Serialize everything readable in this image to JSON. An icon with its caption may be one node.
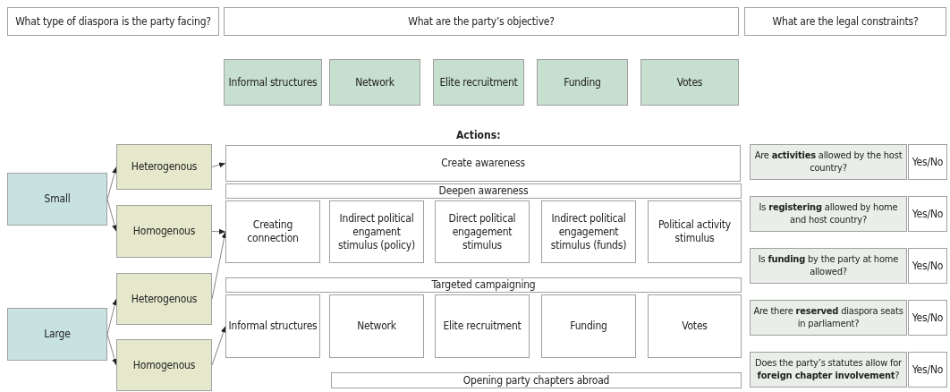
{
  "diagram": {
    "nodes": [
      {
        "text": [
          "What type of diaspora is the party facing?"
        ]
      },
      {
        "text": [
          "What are the party’s objective?"
        ]
      },
      {
        "text": [
          "What are the legal constraints?"
        ]
      },
      {
        "text": [
          "Informal structures"
        ]
      },
      {
        "text": [
          "Network"
        ]
      },
      {
        "text": [
          "Elite recruitment"
        ]
      },
      {
        "text": [
          "Funding"
        ]
      },
      {
        "text": [
          "Votes"
        ]
      },
      {
        "text": [
          "Small"
        ]
      },
      {
        "text": [
          "Large"
        ]
      },
      {
        "text": [
          "Heterogenous"
        ]
      },
      {
        "text": [
          "Homogenous"
        ]
      },
      {
        "text": [
          "Heterogenous"
        ]
      },
      {
        "text": [
          "Homogenous"
        ]
      },
      {
        "text": [
          "Create awareness"
        ]
      },
      {
        "text": [
          "Deepen awareness"
        ]
      },
      {
        "text": [
          "Creating connection"
        ]
      },
      {
        "text": [
          "Indirect political engament stimulus (policy)"
        ]
      },
      {
        "text": [
          "Direct political engagement stimulus"
        ]
      },
      {
        "text": [
          "Indirect political engagement stimulus (funds)"
        ]
      },
      {
        "text": [
          "Political activity stimulus"
        ]
      },
      {
        "text": [
          "Targeted campaigning"
        ]
      },
      {
        "text": [
          "Informal structures"
        ]
      },
      {
        "text": [
          "Network"
        ]
      },
      {
        "text": [
          "Elite recruitment"
        ]
      },
      {
        "text": [
          "Funding"
        ]
      },
      {
        "text": [
          "Votes"
        ]
      },
      {
        "text": [
          "Opening party chapters abroad"
        ]
      },
      {
        "text": [
          "Are **activities** allowed by the host country?"
        ]
      },
      {
        "text": [
          "Yes/No"
        ]
      },
      {
        "text": [
          "Is **registering** allowed by home and host country?"
        ]
      },
      {
        "text": [
          "Yes/No"
        ]
      },
      {
        "text": [
          "Is **funding** by the party at home allowed?"
        ]
      },
      {
        "text": [
          "Yes/No"
        ]
      },
      {
        "text": [
          "Are there **reserved** diaspora seats in parliament?"
        ]
      },
      {
        "text": [
          "Yes/No"
        ]
      },
      {
        "text": [
          "Does the party’s statutes allow for **foreign chapter involvement**?"
        ]
      },
      {
        "text": [
          "Yes/No"
        ]
      }
    ],
    "edges": [
      {
        "from": 8,
        "to": 10,
        "arrow": "to"
      },
      {
        "from": 8,
        "to": 11,
        "arrow": "to"
      },
      {
        "from": 9,
        "to": 12,
        "arrow": "to"
      },
      {
        "from": 9,
        "to": 13,
        "arrow": "to"
      },
      {
        "from": 10,
        "to": 14,
        "arrow": "to"
      },
      {
        "from": 11,
        "to": 16,
        "arrow": "to"
      },
      {
        "from": 12,
        "to": 16,
        "arrow": "to"
      },
      {
        "from": 13,
        "to": 22,
        "arrow": "to"
      }
    ],
    "labels": [
      "Actions:"
    ]
  }
}
